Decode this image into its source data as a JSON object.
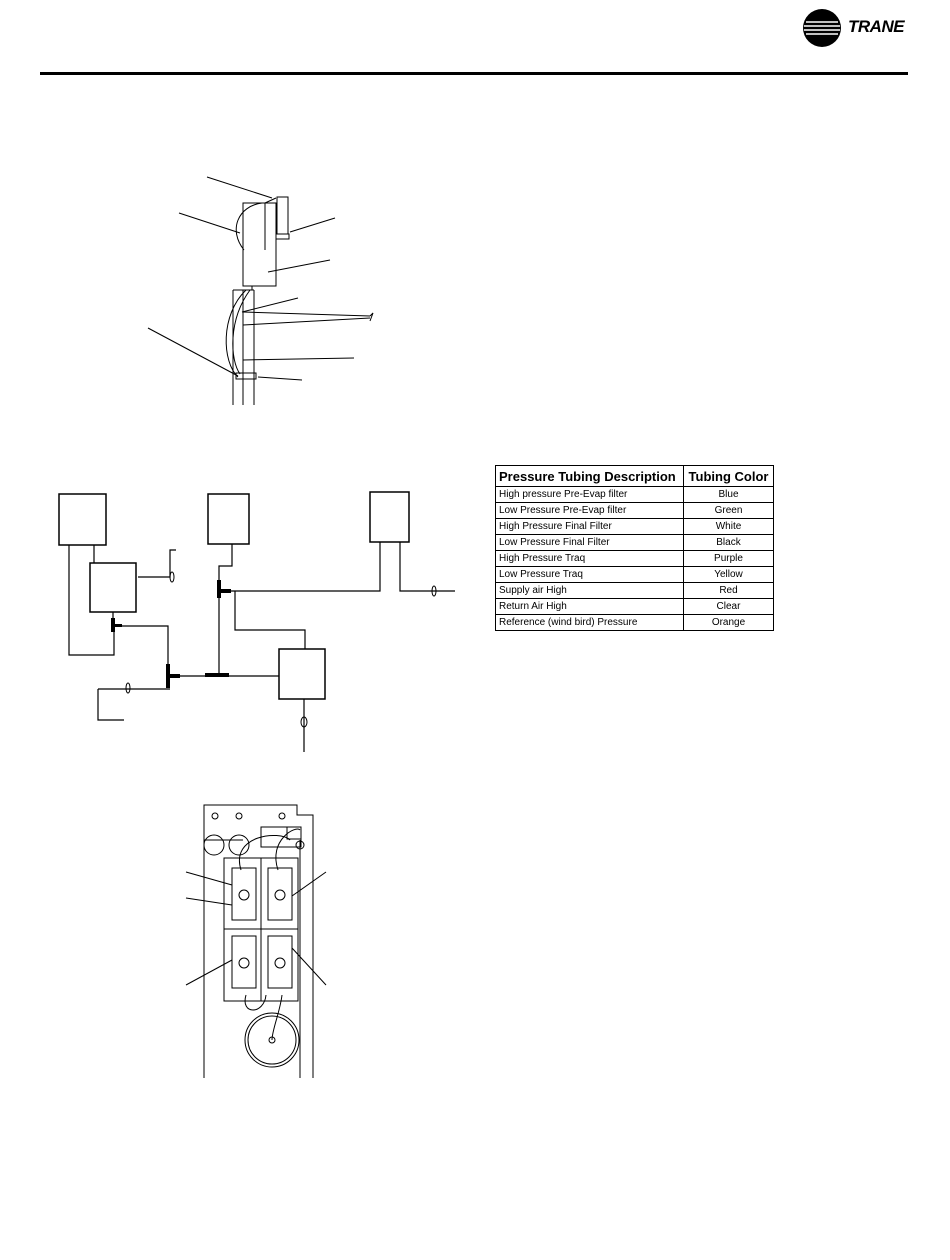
{
  "header": {
    "brand": "TRANE"
  },
  "tubing_table": {
    "headers": [
      "Pressure Tubing Description",
      "Tubing Color"
    ],
    "rows": [
      [
        "High pressure Pre-Evap filter",
        "Blue"
      ],
      [
        "Low Pressure Pre-Evap filter",
        "Green"
      ],
      [
        "High Pressure Final Filter",
        "White"
      ],
      [
        "Low Pressure Final Filter",
        "Black"
      ],
      [
        "High Pressure Traq",
        "Purple"
      ],
      [
        "Low Pressure Traq",
        "Yellow"
      ],
      [
        "Supply air High",
        "Red"
      ],
      [
        "Return Air High",
        "Clear"
      ],
      [
        "Reference (wind bird) Pressure",
        "Orange"
      ]
    ]
  }
}
